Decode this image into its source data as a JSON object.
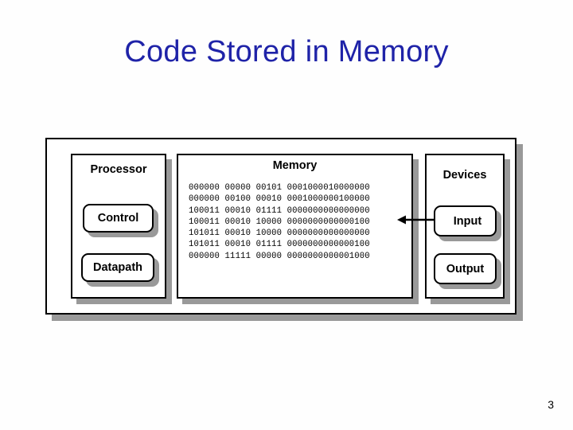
{
  "slide": {
    "title": "Code Stored in Memory",
    "title_color": "#1f23a8",
    "page_number": "3"
  },
  "diagram": {
    "processor": {
      "label": "Processor",
      "components": [
        {
          "label": "Control"
        },
        {
          "label": "Datapath"
        }
      ]
    },
    "memory": {
      "label": "Memory",
      "code_lines": [
        "000000 00000 00101 0001000010000000",
        "000000 00100 00010 0001000000100000",
        "100011 00010 01111 0000000000000000",
        "100011 00010 10000 0000000000000100",
        "101011 00010 10000 0000000000000000",
        "101011 00010 01111 0000000000000100",
        "000000 11111 00000 0000000000001000"
      ]
    },
    "devices": {
      "label": "Devices",
      "components": [
        {
          "label": "Input"
        },
        {
          "label": "Output"
        }
      ]
    },
    "connections": [
      {
        "name": "input-to-memory-arrow",
        "from": "Input",
        "to": "Memory",
        "direction": "left"
      }
    ],
    "shadow_color": "#999999",
    "border_color": "#000000"
  }
}
